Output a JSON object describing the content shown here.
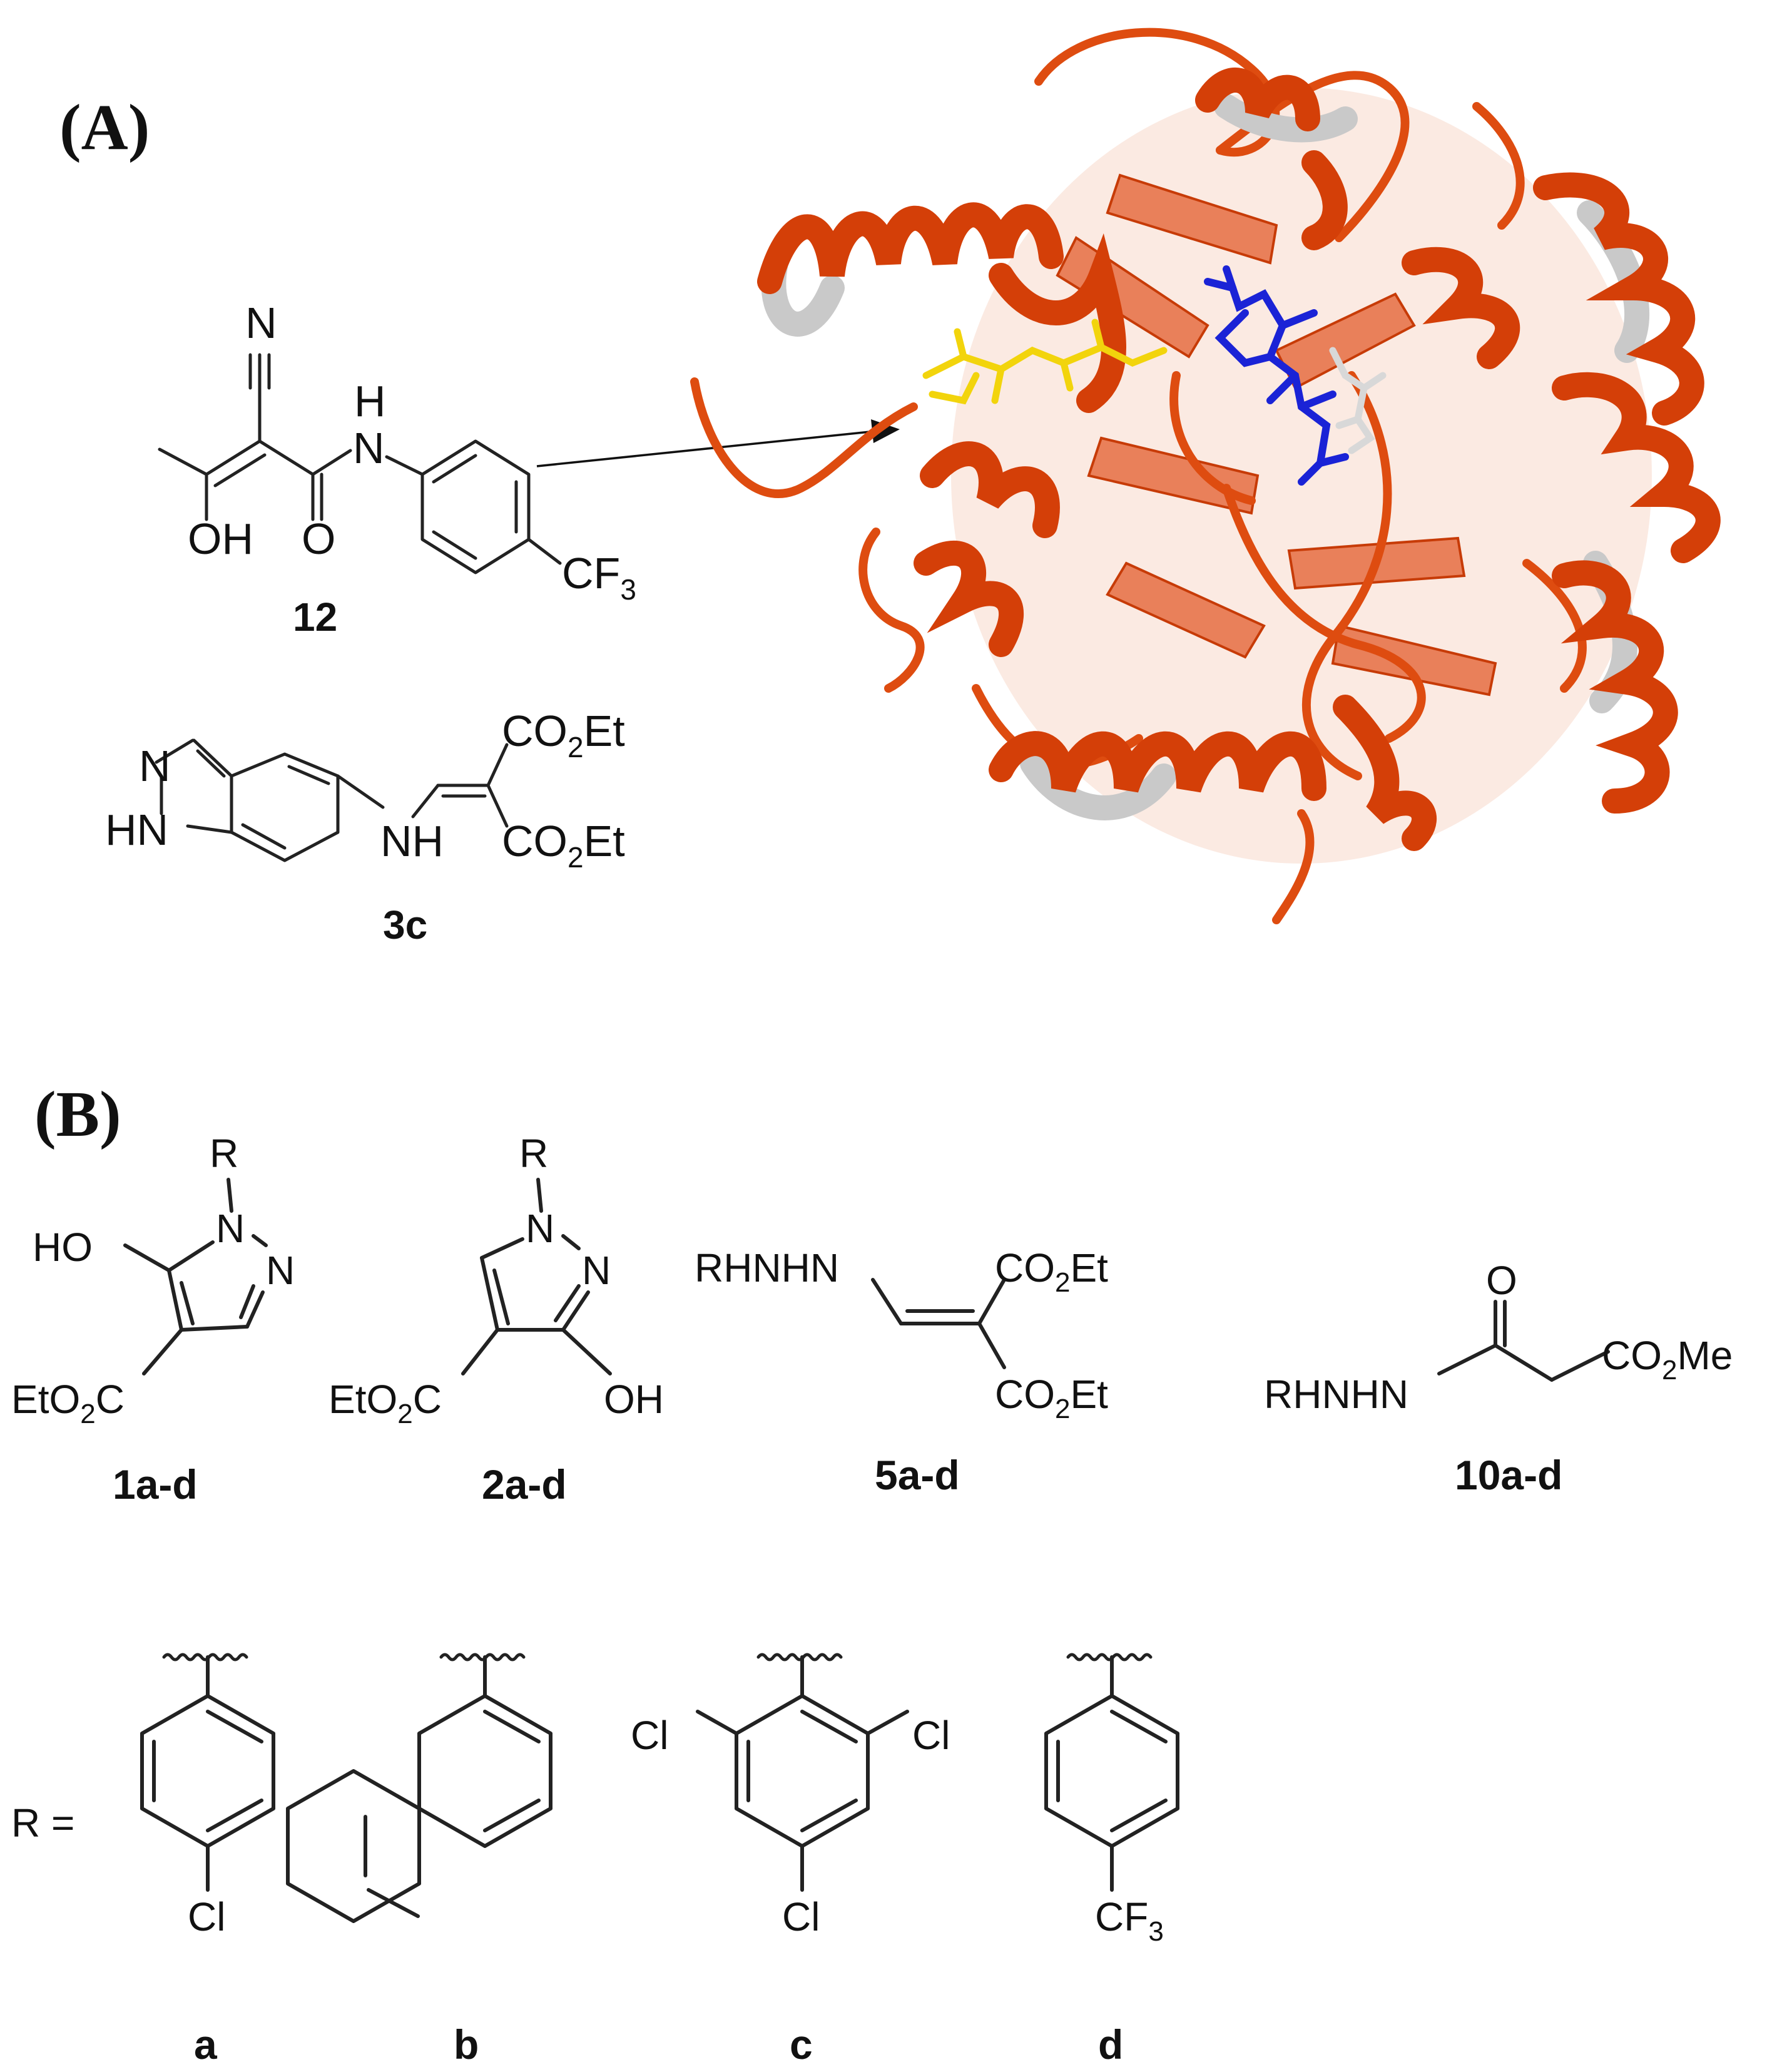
{
  "panels": {
    "a_label": "(A)",
    "b_label": "(B)"
  },
  "panel_a": {
    "compound_12": {
      "id": "12",
      "atoms": {
        "nitrile_N": "N",
        "amide_H": "H",
        "amide_N": "N",
        "hydroxyl": "OH",
        "carbonyl_O": "O",
        "cf3": "CF",
        "cf3_sub": "3"
      }
    },
    "compound_3c": {
      "id": "3c",
      "atoms": {
        "ring_N": "N",
        "ring_HN": "HN",
        "amine": "NH",
        "ester_top": "CO",
        "ester_top_sub": "2",
        "ester_top_tail": "Et",
        "ester_bot": "CO",
        "ester_bot_sub": "2",
        "ester_bot_tail": "Et"
      }
    },
    "protein": {
      "helix_color": "#d43f08",
      "helix_back_color": "#c9c9c9",
      "ligand_yellow": "#f2d40c",
      "ligand_blue": "#1a23d6",
      "ligand_white": "#d8d8d8"
    }
  },
  "panel_b": {
    "compounds": [
      {
        "id": "1a-d",
        "atoms": {
          "R": "R",
          "N1": "N",
          "N2": "N",
          "HO": "HO",
          "ester": "EtO",
          "ester_sub": "2",
          "ester_tail": "C"
        }
      },
      {
        "id": "2a-d",
        "atoms": {
          "R": "R",
          "N1": "N",
          "N2": "N",
          "OH": "OH",
          "ester": "EtO",
          "ester_sub": "2",
          "ester_tail": "C"
        }
      },
      {
        "id": "5a-d",
        "atoms": {
          "hydrazine": "RHNHN",
          "ester_top": "CO",
          "ester_top_sub": "2",
          "ester_top_tail": "Et",
          "ester_bot": "CO",
          "ester_bot_sub": "2",
          "ester_bot_tail": "Et"
        }
      },
      {
        "id": "10a-d",
        "atoms": {
          "O": "O",
          "hydrazine": "RHNHN",
          "ester": "CO",
          "ester_sub": "2",
          "ester_tail": "Me"
        }
      }
    ],
    "r_definition": "R =",
    "substituents": [
      {
        "id": "a",
        "atoms": {
          "para": "Cl"
        }
      },
      {
        "id": "b",
        "atoms": {}
      },
      {
        "id": "c",
        "atoms": {
          "ortho_left": "Cl",
          "ortho_right": "Cl",
          "para": "Cl"
        }
      },
      {
        "id": "d",
        "atoms": {
          "para": "CF",
          "para_sub": "3"
        }
      }
    ]
  }
}
